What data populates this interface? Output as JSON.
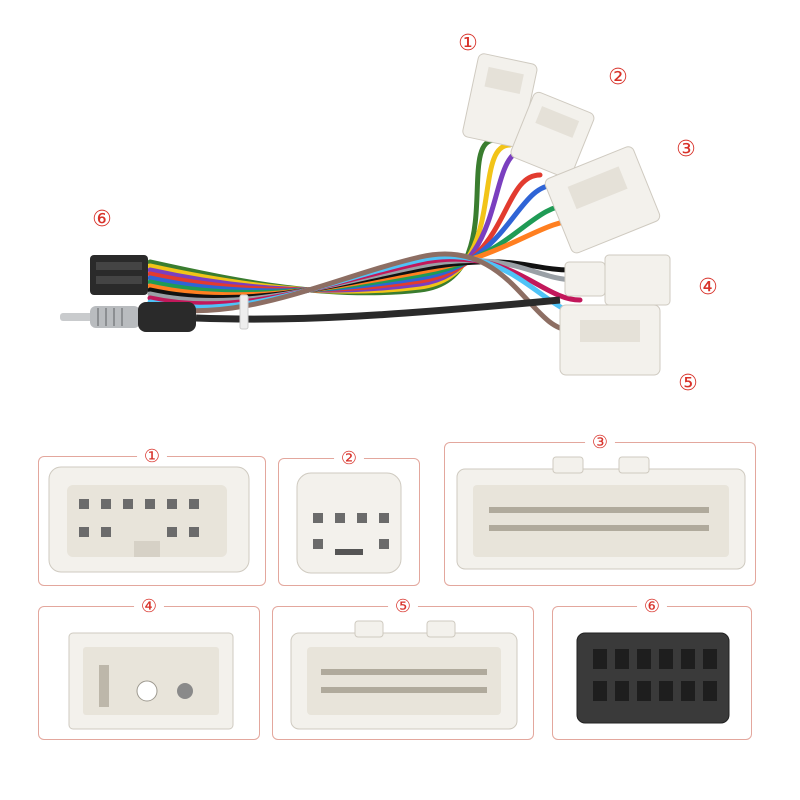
{
  "connectors": [
    {
      "id": "1",
      "label": "①"
    },
    {
      "id": "2",
      "label": "②"
    },
    {
      "id": "3",
      "label": "③"
    },
    {
      "id": "4",
      "label": "④"
    },
    {
      "id": "5",
      "label": "⑤"
    },
    {
      "id": "6",
      "label": "⑥"
    }
  ],
  "colors": {
    "label_red": "#d8322a",
    "panel_border": "#e3a79d",
    "connector_white": "#f3f1ec",
    "connector_shadow": "#cfcac0",
    "plug_black": "#2a2a2a",
    "antenna_metal": "#b9bcbf"
  },
  "wire_colors": [
    "#3a7d2f",
    "#f2c418",
    "#7a3fbf",
    "#e23b2f",
    "#2f64d6",
    "#1f9b55",
    "#ff7f20",
    "#111111",
    "#9aa0a6",
    "#c2185b",
    "#4fc3f7",
    "#8d6e63"
  ]
}
